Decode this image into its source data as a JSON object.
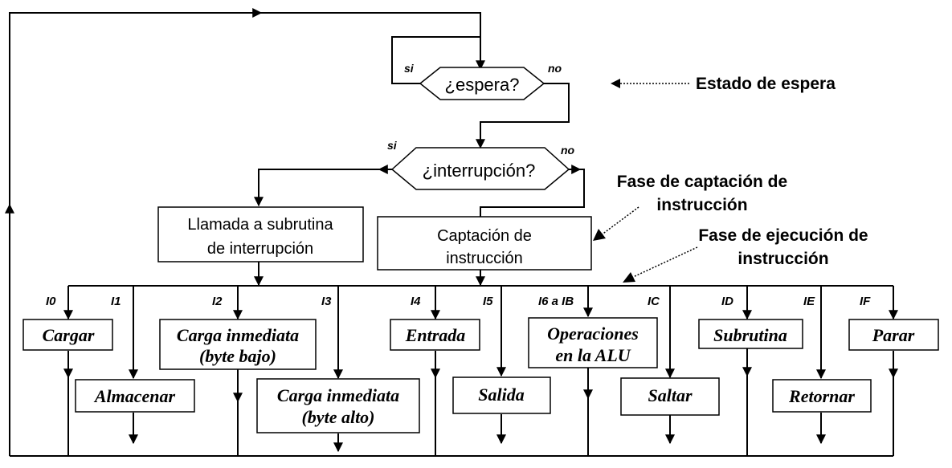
{
  "decisions": {
    "wait": "¿espera?",
    "interrupt": "¿interrupción?"
  },
  "branch_labels": {
    "wait_yes": "si",
    "wait_no": "no",
    "int_yes": "si",
    "int_no": "no"
  },
  "process": {
    "subroutine_line1": "Llamada a  subrutina",
    "subroutine_line2": "de  interrupción",
    "fetch_line1": "Captación de",
    "fetch_line2": "instrucción"
  },
  "annotations": {
    "wait_state": "Estado de espera",
    "fetch_phase_line1": "Fase de captación de",
    "fetch_phase_line2": "instrucción",
    "exec_phase_line1": "Fase de ejecución de",
    "exec_phase_line2": "instrucción"
  },
  "opcodes": {
    "i0": "I0",
    "i1": "I1",
    "i2": "I2",
    "i3": "I3",
    "i4": "I4",
    "i5": "I5",
    "i6ib": "I6 a IB",
    "ic": "IC",
    "id": "ID",
    "ie": "IE",
    "if": "IF"
  },
  "ops": {
    "cargar": "Cargar",
    "almacenar": "Almacenar",
    "carga_bajo_1": "Carga inmediata",
    "carga_bajo_2": "(byte bajo)",
    "carga_alto_1": "Carga inmediata",
    "carga_alto_2": "(byte alto)",
    "entrada": "Entrada",
    "salida": "Salida",
    "alu_1": "Operaciones",
    "alu_2": "en la ALU",
    "saltar": "Saltar",
    "subrutina": "Subrutina",
    "retornar": "Retornar",
    "parar": "Parar"
  }
}
